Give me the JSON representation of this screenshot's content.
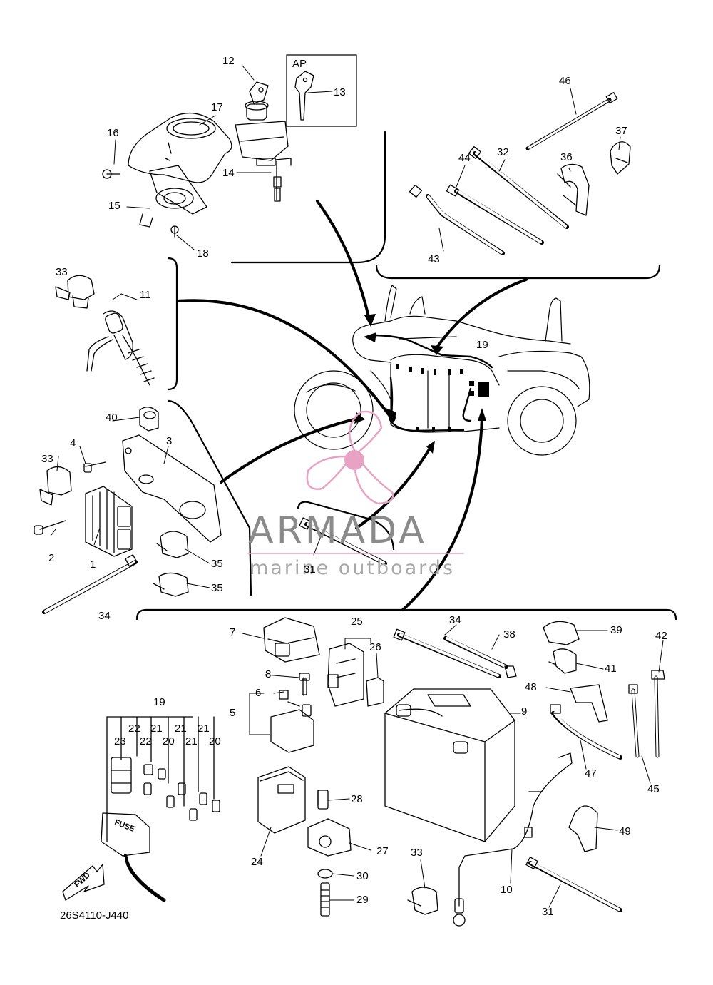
{
  "diagram": {
    "drawing_code": "26S4110-J440",
    "inset_label": "AP",
    "fuse_label": "FUSE",
    "fwd_label": "FWD",
    "callouts": {
      "c1": "1",
      "c2": "2",
      "c3": "3",
      "c4": "4",
      "c5": "5",
      "c6": "6",
      "c7": "7",
      "c8": "8",
      "c9": "9",
      "c10": "10",
      "c11": "11",
      "c12": "12",
      "c13": "13",
      "c14": "14",
      "c15": "15",
      "c16": "16",
      "c17": "17",
      "c18": "18",
      "c19a": "19",
      "c19b": "19",
      "c20a": "20",
      "c20b": "20",
      "c21a": "21",
      "c21b": "21",
      "c21c": "21",
      "c21d": "21",
      "c22a": "22",
      "c22b": "22",
      "c23": "23",
      "c24": "24",
      "c25": "25",
      "c26": "26",
      "c27": "27",
      "c28": "28",
      "c29": "29",
      "c30": "30",
      "c31a": "31",
      "c31b": "31",
      "c32": "32",
      "c33a": "33",
      "c33b": "33",
      "c33c": "33",
      "c34a": "34",
      "c34b": "34",
      "c35a": "35",
      "c35b": "35",
      "c36": "36",
      "c37": "37",
      "c38": "38",
      "c39": "39",
      "c40": "40",
      "c41": "41",
      "c42": "42",
      "c43": "43",
      "c44": "44",
      "c45": "45",
      "c46": "46",
      "c47": "47",
      "c48": "48",
      "c49": "49"
    }
  },
  "watermark": {
    "title": "ARMADA",
    "subtitle": "marine outboards",
    "logo_color": "#e7a2c4",
    "text_color": "#8a8a8a"
  }
}
